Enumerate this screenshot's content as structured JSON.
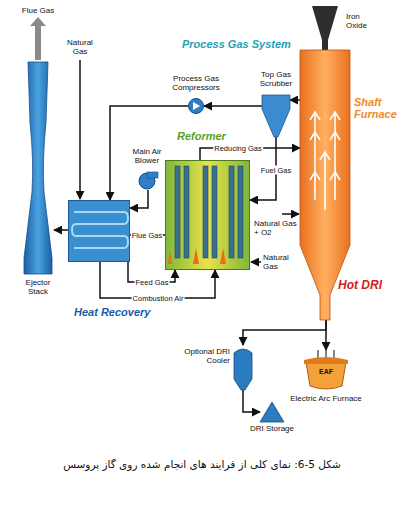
{
  "diagram": {
    "caption": "شکل 5-6: نمای کلی از فرایند های انجام شده روی گاز پروسس",
    "nodes": [
      {
        "text": [
          "Ejector Stack"
        ]
      },
      {
        "text": [
          "Heat Recovery"
        ]
      },
      {
        "text": [
          "Main Air Blower"
        ]
      },
      {
        "text": [
          "Reformer"
        ]
      },
      {
        "text": [
          "Process Gas Compressors"
        ]
      },
      {
        "text": [
          "Top Gas Scrubber"
        ]
      },
      {
        "text": [
          "Shaft Furnace"
        ]
      },
      {
        "text": [
          "Optional DRI Cooler"
        ]
      },
      {
        "text": [
          "DRI Storage"
        ]
      },
      {
        "text": [
          "EAF",
          "Electric Arc Furnace"
        ]
      }
    ],
    "edges": [
      {
        "from": 6,
        "to": 5,
        "arrow": "to"
      },
      {
        "from": 5,
        "to": 4,
        "arrow": "to"
      },
      {
        "from": 4,
        "to": 1,
        "arrow": "to"
      },
      {
        "from": 3,
        "to": 1,
        "arrow": "to",
        "label": "Flue Gas"
      },
      {
        "from": 1,
        "to": 0,
        "arrow": "to"
      },
      {
        "from": 2,
        "to": 1,
        "arrow": "to"
      },
      {
        "from": 1,
        "to": 3,
        "arrow": "to",
        "label": "Feed Gas"
      },
      {
        "from": 1,
        "to": 3,
        "arrow": "to",
        "label": "Combustion Air"
      },
      {
        "from": 3,
        "to": 6,
        "arrow": "to",
        "label": "Reducing Gas"
      },
      {
        "from": 5,
        "to": 3,
        "arrow": "to",
        "label": "Fuel Gas"
      },
      {
        "from": 6,
        "to": 7,
        "arrow": "to"
      },
      {
        "from": 7,
        "to": 8,
        "arrow": "to"
      },
      {
        "from": 6,
        "to": 9,
        "arrow": "to"
      }
    ],
    "labels": [
      "Flue Gas",
      "Natural Gas",
      "Process Gas System",
      "Iron Oxide",
      "Natural Gas + O2",
      "Natural Gas",
      "Hot DRI"
    ]
  }
}
